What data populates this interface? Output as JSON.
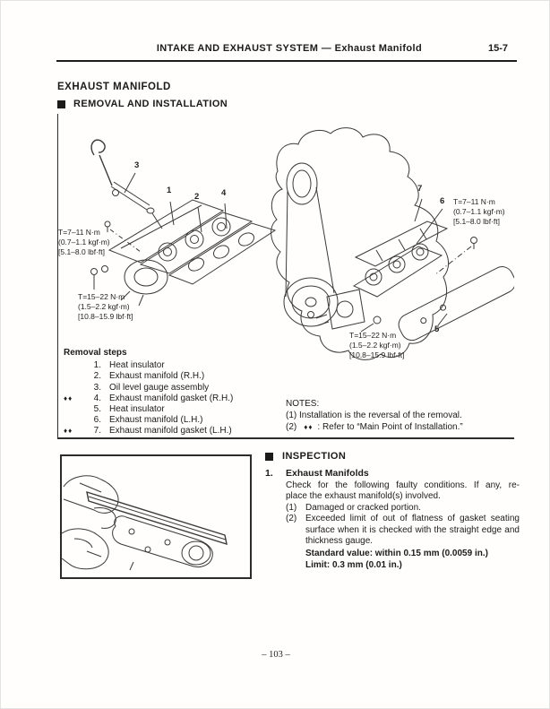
{
  "header": {
    "title": "INTAKE AND EXHAUST SYSTEM — Exhaust Manifold",
    "page_ref": "15-7"
  },
  "titles": {
    "section": "EXHAUST MANIFOLD",
    "removal": "REMOVAL AND INSTALLATION",
    "inspection": "INSPECTION"
  },
  "diagram": {
    "part_labels": {
      "p1": "1",
      "p2": "2",
      "p3": "3",
      "p4": "4",
      "p5": "5",
      "p6": "6",
      "p7": "7"
    },
    "torque_callouts": {
      "left_top": {
        "l1": "T=7–11 N·m",
        "l2": "(0.7–1.1 kgf·m)",
        "l3": "[5.1–8.0 lbf·ft]"
      },
      "left_bottom": {
        "l1": "T=15–22 N·m",
        "l2": "(1.5–2.2 kgf·m)",
        "l3": "[10.8–15.9 lbf·ft]"
      },
      "right_top": {
        "l1": "T=7–11 N·m",
        "l2": "(0.7–1.1 kgf·m)",
        "l3": "[5.1–8.0 lbf·ft]"
      },
      "right_bottom": {
        "l1": "T=15–22 N·m",
        "l2": "(1.5–2.2 kgf·m)",
        "l3": "[10.8–15.9 lbf·ft]"
      }
    }
  },
  "removal": {
    "title": "Removal steps",
    "steps": [
      {
        "marker": "",
        "num": "1.",
        "label": "Heat insulator"
      },
      {
        "marker": "",
        "num": "2.",
        "label": "Exhaust manifold (R.H.)"
      },
      {
        "marker": "",
        "num": "3.",
        "label": "Oil level gauge assembly"
      },
      {
        "marker": "♦♦",
        "num": "4.",
        "label": "Exhaust manifold gasket (R.H.)"
      },
      {
        "marker": "",
        "num": "5.",
        "label": "Heat insulator"
      },
      {
        "marker": "",
        "num": "6.",
        "label": "Exhaust manifold (L.H.)"
      },
      {
        "marker": "♦♦",
        "num": "7.",
        "label": "Exhaust manifold gasket (L.H.)"
      }
    ]
  },
  "notes": {
    "title": "NOTES:",
    "note1": "(1) Installation is the reversal of the removal.",
    "note2_prefix": "(2)",
    "note2_marker": "♦♦",
    "note2_text": ": Refer to “Main Point of Installation.”"
  },
  "inspection": {
    "item_num": "1.",
    "item_title": "Exhaust Manifolds",
    "body_line1": "Check for the following faulty conditions. If any, re-",
    "body_line2": "place the exhaust manifold(s) involved.",
    "cond1_num": "(1)",
    "cond1_text": "Damaged or cracked portion.",
    "cond2_num": "(2)",
    "cond2_line1": "Exceeded limit of out of flatness of gasket seating",
    "cond2_line2": "surface when it is checked with the straight edge and",
    "cond2_line3": "thickness gauge.",
    "standard": "Standard value:  within 0.15 mm (0.0059 in.)",
    "limit": "Limit:  0.3 mm (0.01 in.)"
  },
  "footer": {
    "page_number": "– 103 –"
  }
}
